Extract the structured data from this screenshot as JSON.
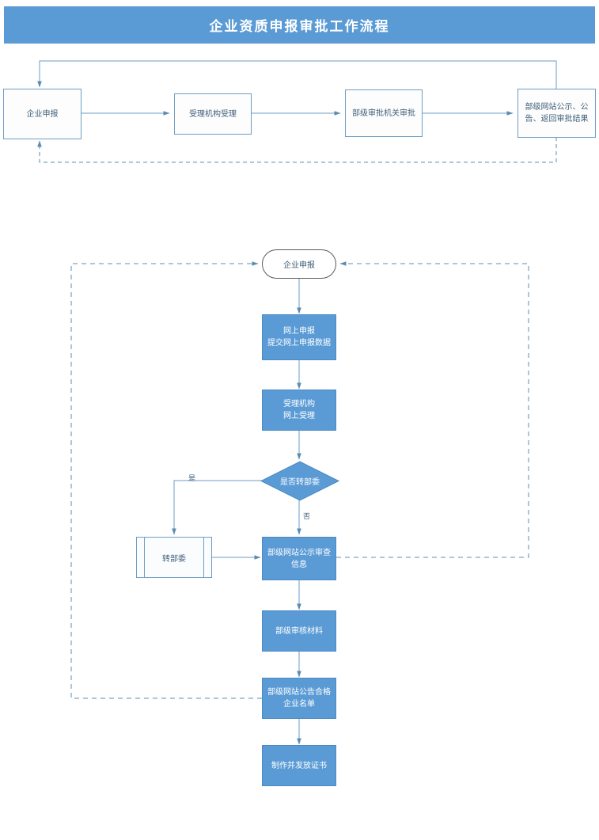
{
  "title": {
    "text": "企业资质申报审批工作流程"
  },
  "colors": {
    "brand_blue": "#5b9bd5",
    "line_blue": "#6d9ec4",
    "dash_blue": "#5b8cb0",
    "text_blue": "#3f5f7a",
    "box_fill_white": "#fdfdfd",
    "title_text": "#ffffff"
  },
  "top_flow": {
    "name": "top-level-approval-flow",
    "nodes": [
      {
        "id": "apply",
        "label": "企业申报"
      },
      {
        "id": "accept",
        "label": "受理机构受理"
      },
      {
        "id": "review",
        "label": "部级审批机关审批"
      },
      {
        "id": "publish",
        "label": "部级网站公示、公告、返回审批结果"
      }
    ],
    "connectors": [
      {
        "from": "apply",
        "to": "accept",
        "style": "solid"
      },
      {
        "from": "accept",
        "to": "review",
        "style": "solid"
      },
      {
        "from": "review",
        "to": "publish",
        "style": "solid"
      },
      {
        "from": "publish",
        "to": "apply",
        "style": "solid",
        "route": "top-loop-back"
      },
      {
        "from": "publish",
        "to": "apply",
        "style": "dashed",
        "route": "bottom-loop-back"
      }
    ]
  },
  "detail_flow": {
    "name": "detailed-online-declaration-flow",
    "nodes": [
      {
        "id": "start",
        "shape": "terminator",
        "label": "企业申报"
      },
      {
        "id": "online_apply",
        "shape": "process",
        "label": "网上申报\n提交网上申报数据",
        "line1": "网上申报",
        "line2": "提交网上申报数据"
      },
      {
        "id": "org_accept",
        "shape": "process",
        "label": "受理机构\n网上受理",
        "line1": "受理机构",
        "line2": "网上受理"
      },
      {
        "id": "decision",
        "shape": "decision",
        "label": "是否转部委"
      },
      {
        "id": "to_ministry",
        "shape": "predefined-process",
        "label": "转部委"
      },
      {
        "id": "site_check",
        "shape": "process",
        "label": "部级网站公示审查\n信息",
        "line1": "部级网站公示审查",
        "line2": "信息"
      },
      {
        "id": "ministry_rev",
        "shape": "process",
        "label": "部级审核材料"
      },
      {
        "id": "site_notice",
        "shape": "process",
        "label": "部级网站公告合格\n企业名单",
        "line1": "部级网站公告合格",
        "line2": "企业名单"
      },
      {
        "id": "issue_cert",
        "shape": "process",
        "label": "制作并发放证书"
      }
    ],
    "branch_labels": {
      "yes": "是",
      "no": "否"
    },
    "connectors": [
      {
        "from": "start",
        "to": "online_apply",
        "style": "solid"
      },
      {
        "from": "online_apply",
        "to": "org_accept",
        "style": "solid"
      },
      {
        "from": "org_accept",
        "to": "decision",
        "style": "solid"
      },
      {
        "from": "decision",
        "to": "to_ministry",
        "style": "solid",
        "label": "是"
      },
      {
        "from": "decision",
        "to": "site_check",
        "style": "solid",
        "label": "否"
      },
      {
        "from": "to_ministry",
        "to": "site_check",
        "style": "solid"
      },
      {
        "from": "site_check",
        "to": "ministry_rev",
        "style": "solid"
      },
      {
        "from": "ministry_rev",
        "to": "site_notice",
        "style": "solid"
      },
      {
        "from": "site_notice",
        "to": "issue_cert",
        "style": "solid"
      },
      {
        "from": "site_check",
        "to": "start",
        "style": "dashed",
        "route": "right-loop-back"
      },
      {
        "from": "site_notice",
        "to": "start",
        "style": "dashed",
        "route": "left-loop-back"
      }
    ]
  }
}
